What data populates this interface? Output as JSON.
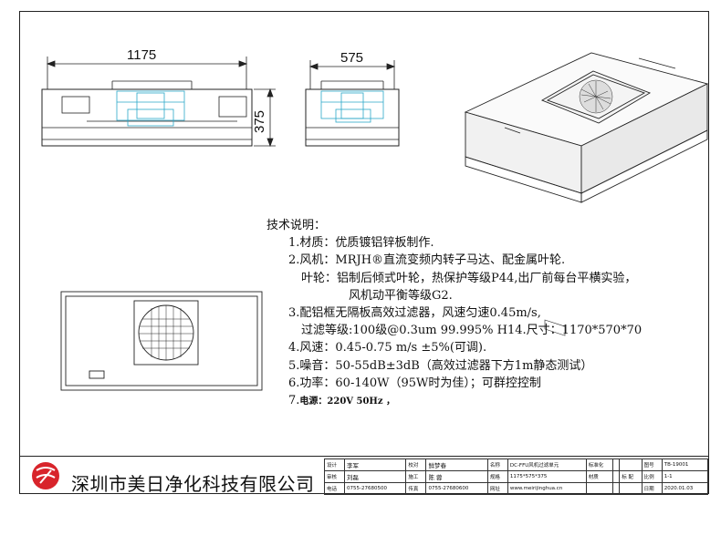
{
  "dimensions": {
    "width_front": "1175",
    "width_side": "575",
    "height": "375"
  },
  "specs": {
    "heading": "技术说明：",
    "lines": [
      "1.材质：优质镀铝锌板制作.",
      "2.风机：MRJH®直流变频内转子马达、配金属叶轮.",
      "叶轮：铝制后倾式叶轮，热保护等级P44,出厂前每台平横实验，",
      "风机动平衡等级G2.",
      "3.配铝框无隔板高效过滤器，风速匀速0.45m/s,",
      "过滤等级:100级@0.3um 99.995% H14.尺寸：1170*570*70",
      "4.风速：0.45-0.75 m/s ±5%(可调).",
      "5.噪音：50-55dB±3dB（高效过滤器下方1m静态测试）",
      "6.功率：60-140W（95W时为佳）；可群控控制"
    ],
    "last_line_prefix": "7.",
    "last_line": "电源：220V    50Hz ，"
  },
  "title_block": {
    "company": "深圳市美日净化科技有限公司",
    "rows": [
      [
        "设计",
        "李军",
        "校对",
        "鲜梦春",
        "名称",
        "DC-FFU风机过滤单元",
        "标准化",
        "",
        "",
        "图号",
        "TB-19001"
      ],
      [
        "审核",
        "刘磊",
        "施工",
        "陈   蓉",
        "规格",
        "1175*575*375",
        "材质",
        "",
        "标   配",
        "比例",
        "1-1"
      ],
      [
        "电话",
        "0755-27680500",
        "传真",
        "0755-27680600",
        "网址",
        "www.meirijinghua.cn",
        "",
        "",
        "",
        "日期",
        "2020.01.03"
      ]
    ]
  },
  "colors": {
    "line": "#222222",
    "fan": "#2aa7c9",
    "logo": "#d8242b"
  }
}
